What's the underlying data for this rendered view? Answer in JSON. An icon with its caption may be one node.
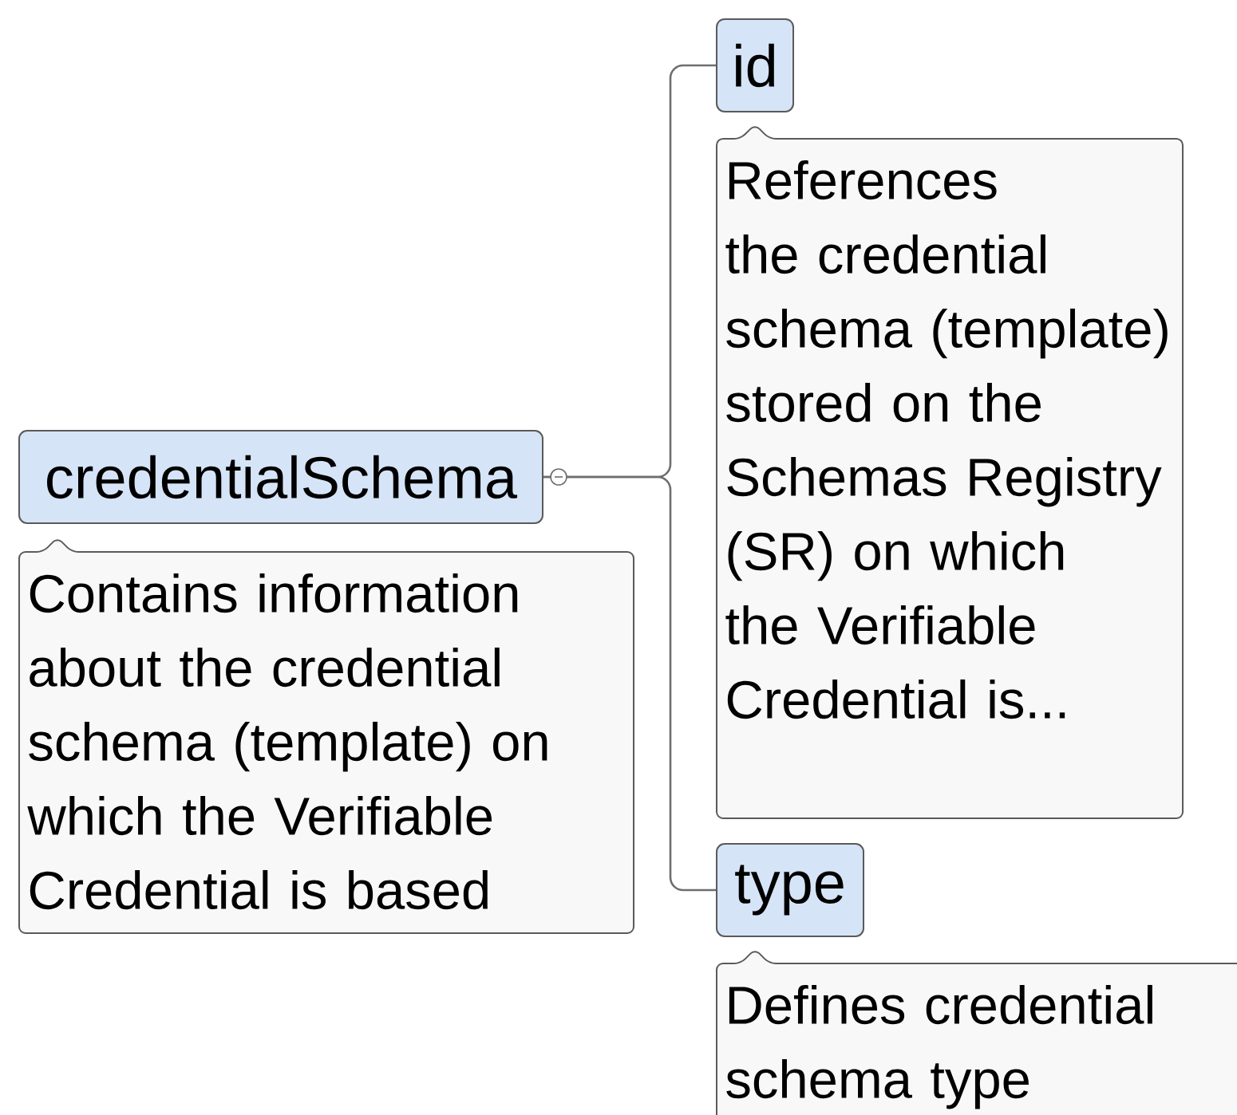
{
  "diagram": {
    "nodes": [
      {
        "text": [
          "credentialSchema"
        ]
      },
      {
        "text": [
          "Contains information about the credential schema (template) on which the Verifiable Credential is based"
        ]
      },
      {
        "text": [
          "id"
        ]
      },
      {
        "text": [
          "References the credential schema (template) stored on the Schemas Registry (SR) on which the Verifiable Credential is..."
        ]
      },
      {
        "text": [
          "type"
        ]
      },
      {
        "text": [
          "Defines credential schema type"
        ]
      }
    ],
    "edges": [
      {
        "from": 0,
        "to": 2,
        "arrow": "none"
      },
      {
        "from": 0,
        "to": 4,
        "arrow": "none"
      }
    ]
  }
}
